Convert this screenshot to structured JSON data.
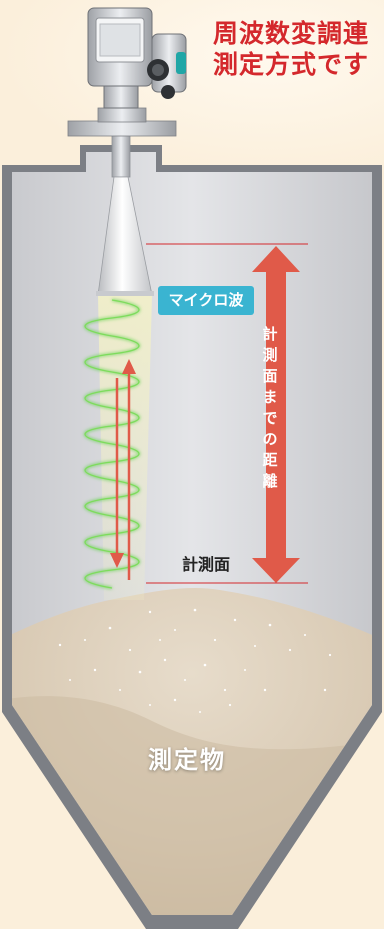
{
  "title": {
    "line1": "周波数変調連",
    "line2": "測定方式です"
  },
  "labels": {
    "microwave": "マイクロ波",
    "distance": "計測面までの距離",
    "surface": "計測面",
    "material": "測定物"
  },
  "colors": {
    "title": "#d4282c",
    "accent_arrow": "#e05a49",
    "label_bubble": "#3ab4d1",
    "wave": "#5fcf4a",
    "tank_interior": "#d8d9dd",
    "tank_wall": "#7c7f85",
    "background": "#fbefdb"
  },
  "icons": [
    "level-transmitter-icon",
    "horn-antenna-icon"
  ]
}
